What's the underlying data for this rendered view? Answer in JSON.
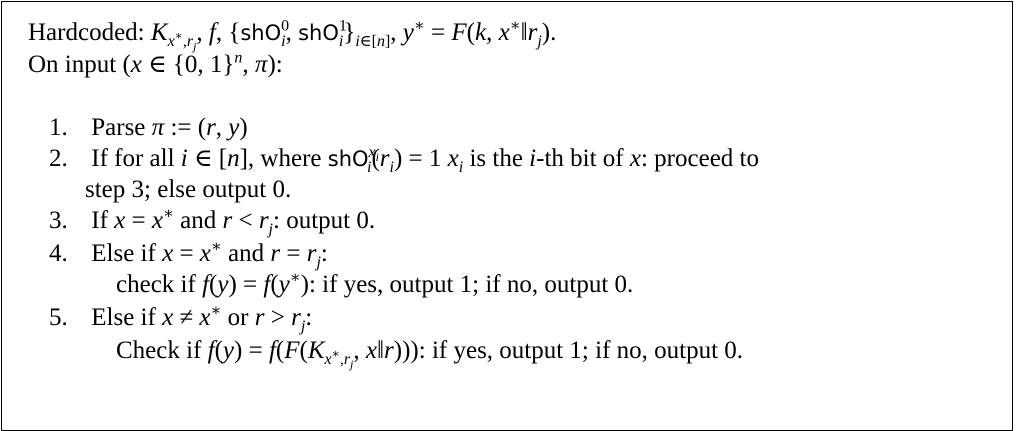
{
  "header": {
    "hardcoded_label": "Hardcoded:",
    "on_input_label": "On input",
    "on_input_colon": ":"
  },
  "steps": [
    {
      "number": "1.",
      "text_a": "Parse"
    },
    {
      "number": "2.",
      "text_a": "If for all",
      "text_b": ", where",
      "text_c": "is the",
      "text_d": "-th bit of",
      "text_e": ": proceed to",
      "cont": "step 3; else output 0."
    },
    {
      "number": "3.",
      "text_a": "If",
      "text_b": "and",
      "text_c": ": output 0."
    },
    {
      "number": "4.",
      "text_a": "Else if",
      "text_b": "and",
      "text_c": ":",
      "sub_a": "check if",
      "sub_b": ": if yes, output 1; if no, output 0."
    },
    {
      "number": "5.",
      "text_a": "Else if",
      "text_b": "or",
      "text_c": ":",
      "sub_a": "Check if",
      "sub_b": ": if yes, output 1; if no, output 0."
    }
  ]
}
